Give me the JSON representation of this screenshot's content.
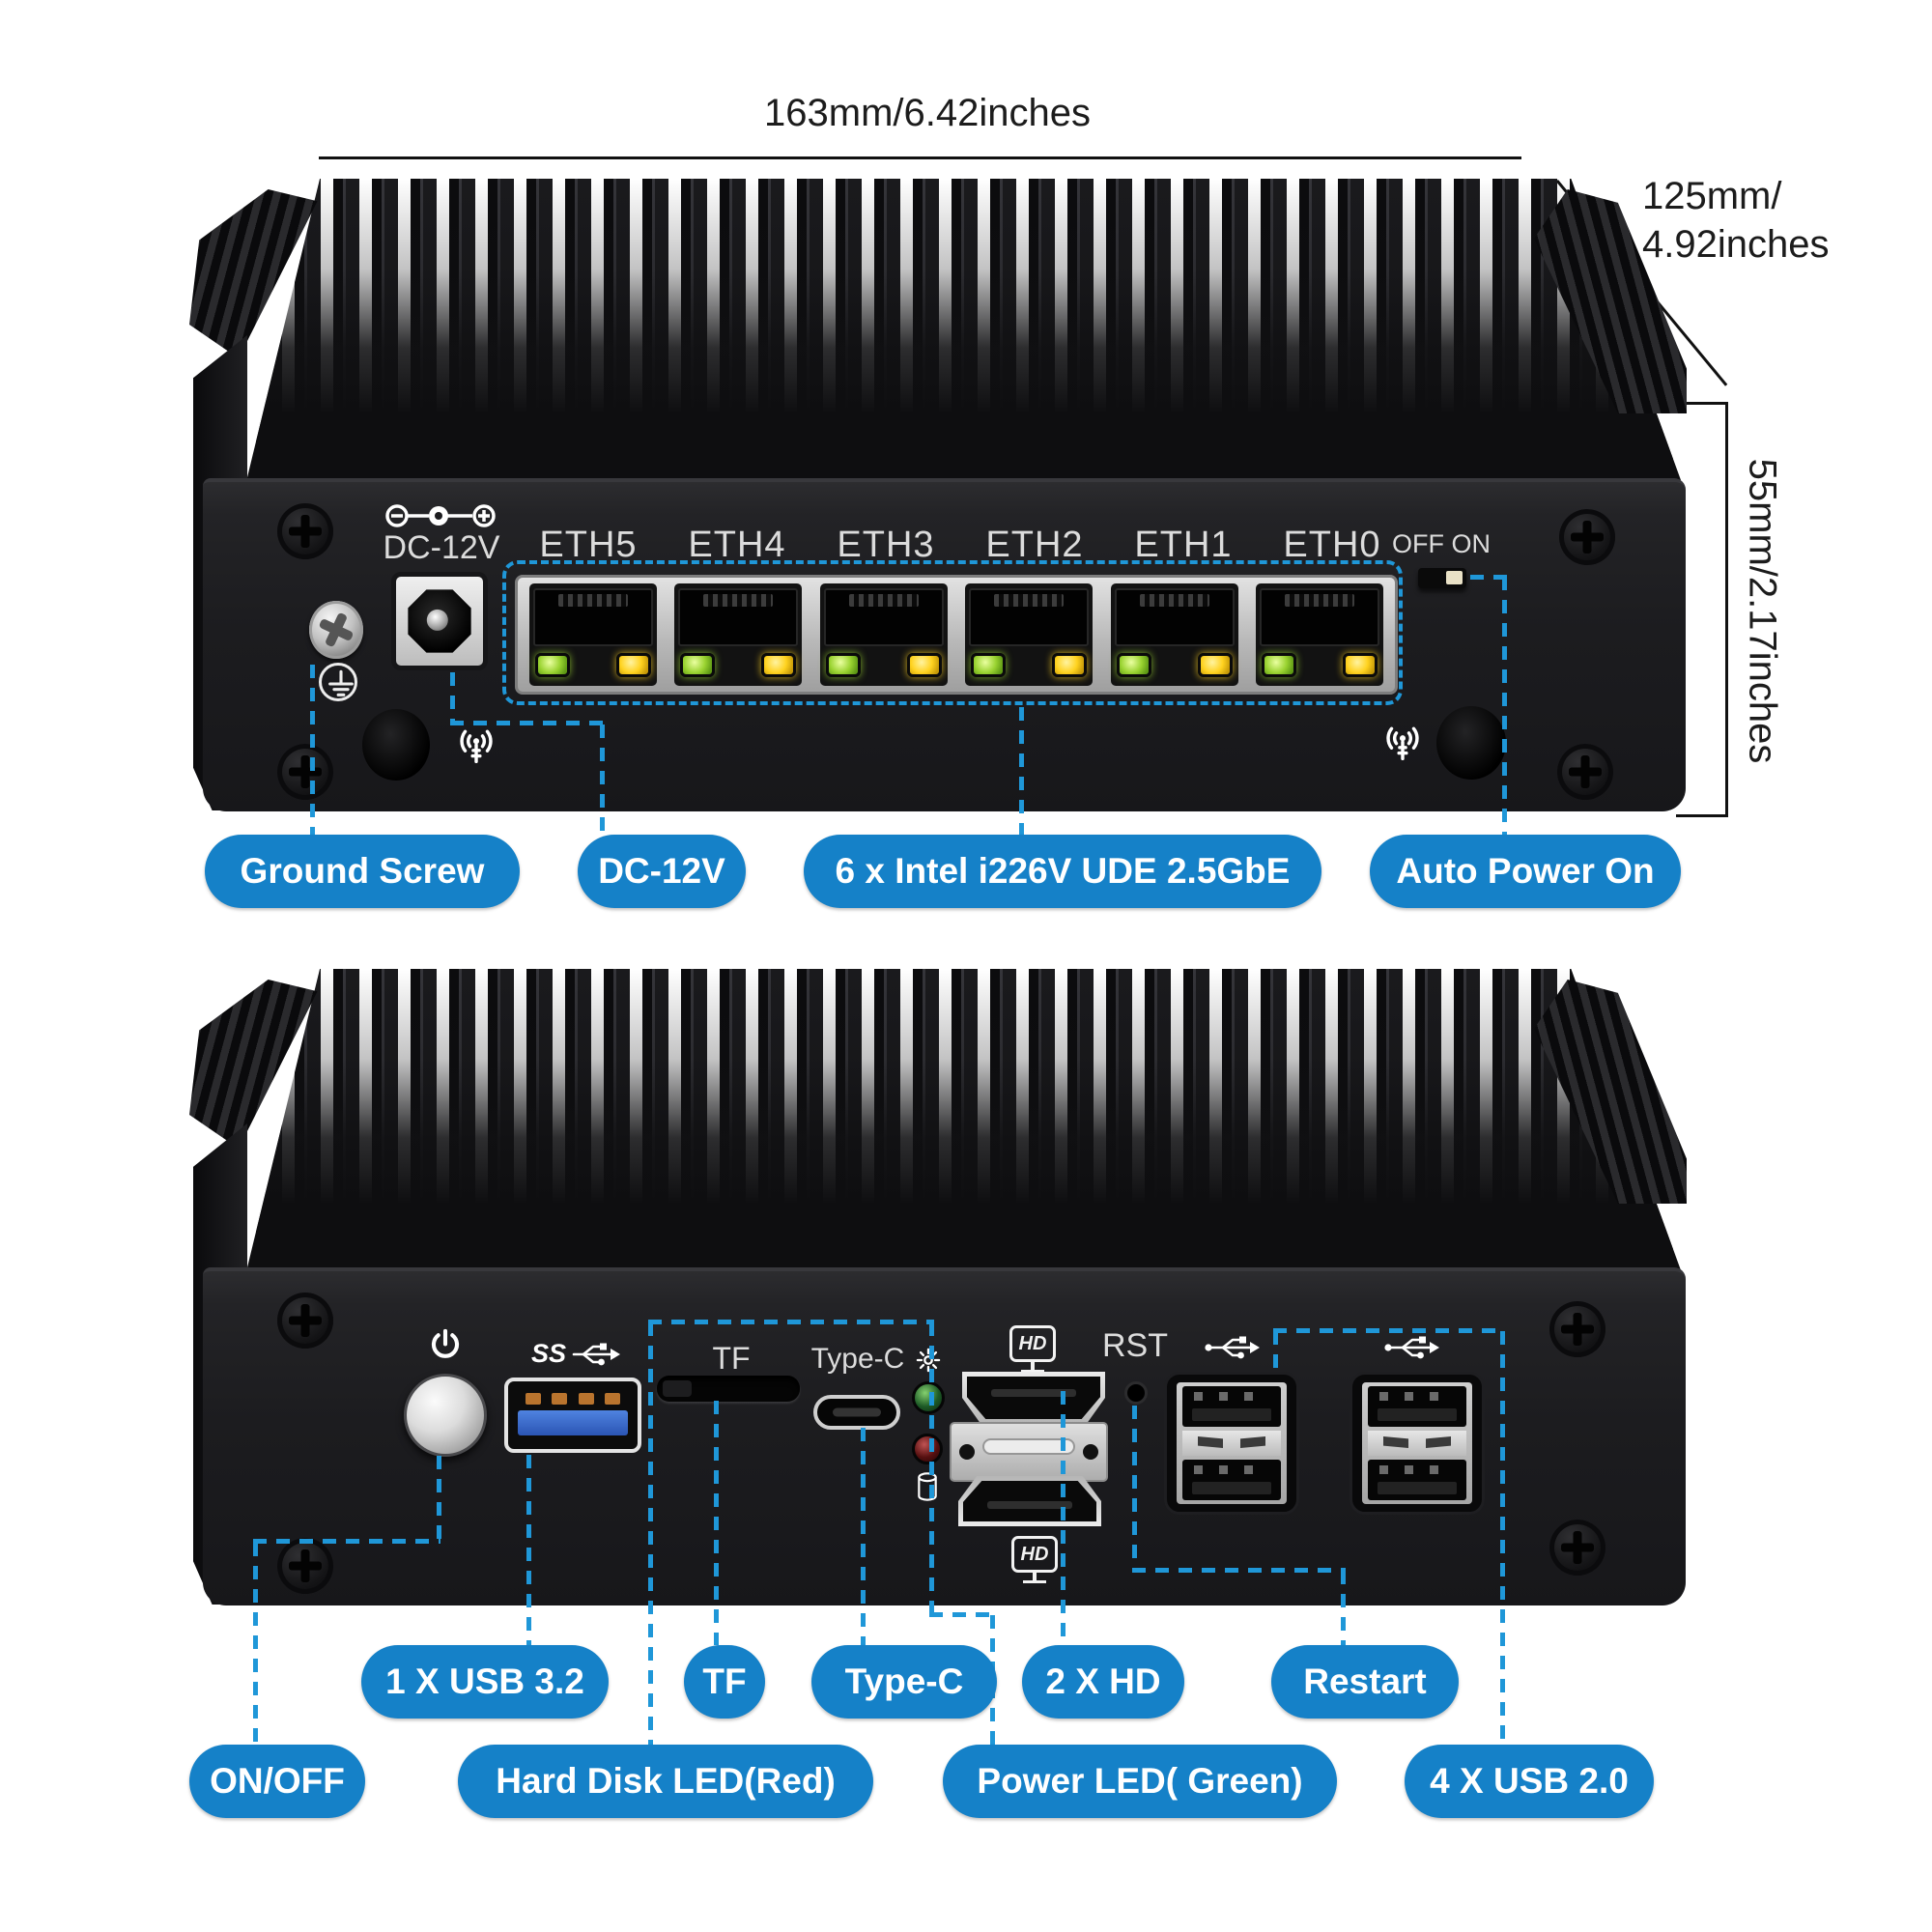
{
  "colors": {
    "pill_blue": "#1581c8",
    "dash_blue": "#1f97d8",
    "led_green": "#9ad331",
    "led_yellow": "#ffd21f",
    "status_green": "#4fae4e",
    "status_red": "#b23a3a",
    "usb3_blue": "#2f62c9"
  },
  "dimensions": {
    "width": "163mm/6.42inches",
    "depth_line1": "125mm/",
    "depth_line2": "4.92inches",
    "height": "55mm/2.17inches"
  },
  "rear_view": {
    "dc_label": "DC-12V",
    "eth_labels": [
      "ETH5",
      "ETH4",
      "ETH3",
      "ETH2",
      "ETH1",
      "ETH0"
    ],
    "switch_label": "OFF ON",
    "callouts": {
      "ground_screw": "Ground Screw",
      "dc": "DC-12V",
      "ethernet": "6 x Intel i226V UDE 2.5GbE",
      "auto_power_on": "Auto Power On"
    }
  },
  "front_view": {
    "usb3_icon_text": "SS",
    "tf_label": "TF",
    "typec_label": "Type-C",
    "rst_label": "RST",
    "hd_icon_text": "HD",
    "callouts": {
      "usb32": "1 X USB 3.2",
      "tf": "TF",
      "typec": "Type-C",
      "hd": "2 X HD",
      "restart": "Restart",
      "onoff": "ON/OFF",
      "hdd_led": "Hard Disk LED(Red)",
      "power_led": "Power LED( Green)",
      "usb20": "4 X USB 2.0"
    }
  }
}
